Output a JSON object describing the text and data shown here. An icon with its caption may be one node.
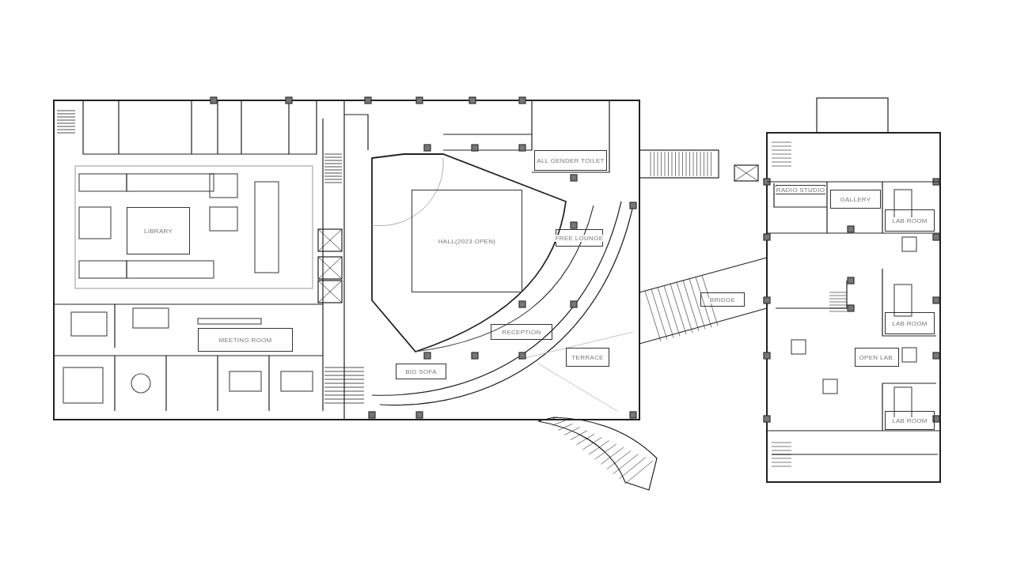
{
  "diagram": {
    "nodes": [
      {
        "text": [
          "LIBRARY"
        ]
      },
      {
        "text": [
          "MEETING ROOM"
        ]
      },
      {
        "text": [
          "HALL(2023 OPEN)"
        ]
      },
      {
        "text": [
          "ALL GENDER TOILET"
        ]
      },
      {
        "text": [
          "FREE LOUNGE"
        ]
      },
      {
        "text": [
          "RECEPTION"
        ]
      },
      {
        "text": [
          "BIG SOFA"
        ]
      },
      {
        "text": [
          "TERRACE"
        ]
      },
      {
        "text": [
          "BRIDGE"
        ]
      },
      {
        "text": [
          "RADIO STUDIO"
        ]
      },
      {
        "text": [
          "GALLERY"
        ]
      },
      {
        "text": [
          "LAB ROOM"
        ]
      },
      {
        "text": [
          "LAB ROOM"
        ]
      },
      {
        "text": [
          "OPEN LAB."
        ]
      },
      {
        "text": [
          "LAB ROOM"
        ]
      }
    ],
    "edges": []
  }
}
